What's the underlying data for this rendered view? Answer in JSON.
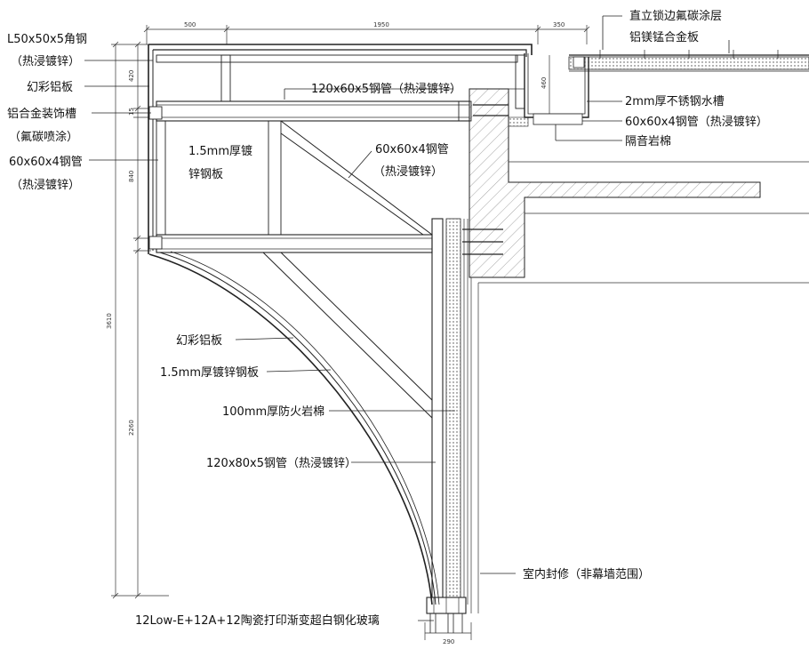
{
  "labels": {
    "angle_steel": "L50x50x5角钢",
    "angle_steel_note": "（热浸镀锌）",
    "aluminum_panel_top": "幻彩铝板",
    "alloy_groove": "铝合金装饰槽",
    "alloy_groove_note": "（氟碳喷涂）",
    "steel_tube_left": "60x60x4钢管",
    "steel_tube_left_note": "（热浸镀锌）",
    "roof_coating": "直立锁边氟碳涂层",
    "roof_alloy": "铝镁锰合金板",
    "top_tube": "120x60x5钢管（热浸镀锌）",
    "gutter": "2mm厚不锈钢水槽",
    "gutter_tube": "60x60x4钢管（热浸镀锌）",
    "rock_wool": "隔音岩棉",
    "galv_plate_a": "1.5mm厚镀",
    "galv_plate_b": "锌钢板",
    "diag_tube": "60x60x4钢管",
    "diag_tube_note": "（热浸镀锌）",
    "aluminum_panel_curve": "幻彩铝板",
    "galv_plate_curve": "1.5mm厚镀锌钢板",
    "fire_rock_wool": "100mm厚防火岩棉",
    "vertical_tube": "120x80x5钢管（热浸镀锌）",
    "interior_finish": "室内封修（非幕墙范围）",
    "glass": "12Low-E+12A+12陶瓷打印渐变超白钢化玻璃"
  },
  "dimensions": {
    "d500": "500",
    "d1950": "1950",
    "d350": "350",
    "d420": "420",
    "d460": "460",
    "d840": "840",
    "d3610": "3610",
    "d2260": "2260",
    "d290": "290",
    "d15": "15"
  },
  "colors": {
    "line": "#222222",
    "hatch": "#555555",
    "background": "#ffffff"
  }
}
